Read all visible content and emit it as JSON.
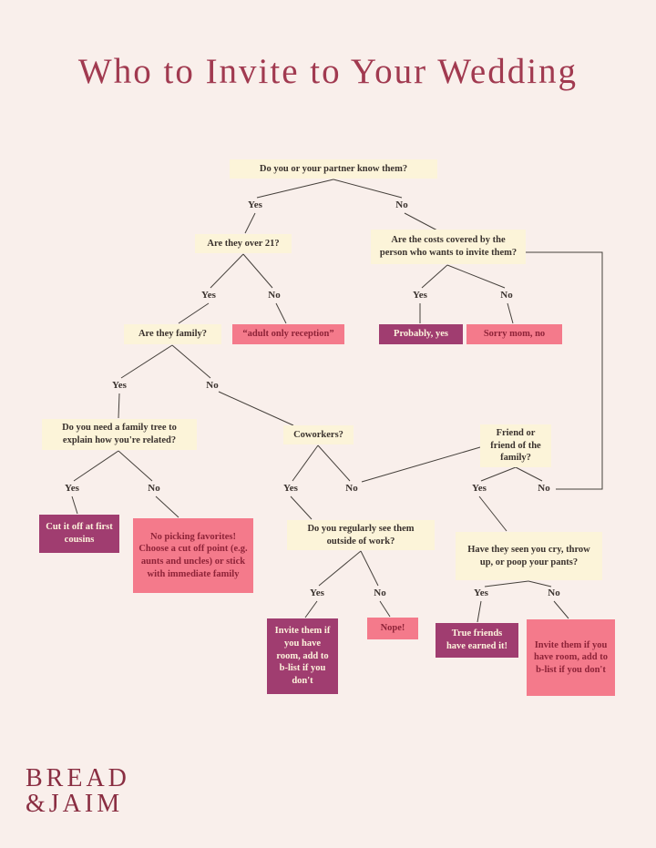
{
  "title": "Who to Invite to Your Wedding",
  "logo": {
    "line1": "BREAD",
    "line2": "&JAIM"
  },
  "labels": {
    "yes": "Yes",
    "no": "No"
  },
  "colors": {
    "background": "#f9efeb",
    "cream_box": "#fcf4d9",
    "purple_box": "#a03d70",
    "pink_box": "#f47a8b",
    "title_maroon": "#a13a50",
    "dark_text": "#3a322e",
    "pink_box_text": "#8e2338",
    "line": "#45403b"
  },
  "nodes": {
    "know_them": "Do you or your partner know them?",
    "over_21": "Are they over 21?",
    "costs_covered": "Are the costs covered by the person who wants to invite them?",
    "family": "Are they family?",
    "adult_only": "“adult only reception”",
    "probably_yes": "Probably, yes",
    "sorry_mom": "Sorry mom, no",
    "family_tree": "Do you need a family tree to explain how you're related?",
    "coworkers": "Coworkers?",
    "friend": "Friend or friend of the family?",
    "cut_off": "Cut it off at first cousins",
    "no_favorites": "No picking favorites! Choose a cut off point (e.g. aunts and uncles) or stick with immediate family",
    "outside_work": "Do you regularly see them outside of work?",
    "cry": "Have they seen you cry, throw up, or poop your pants?",
    "invite_blist_1": "Invite them if you have room, add to b-list if you don't",
    "nope": "Nope!",
    "true_friends": "True friends have earned it!",
    "invite_blist_2": "Invite them if you have room, add to b-list if you don't"
  },
  "edges": [
    {
      "from": "know_them",
      "label": "Yes",
      "to": "over_21"
    },
    {
      "from": "know_them",
      "label": "No",
      "to": "costs_covered"
    },
    {
      "from": "over_21",
      "label": "Yes",
      "to": "family"
    },
    {
      "from": "over_21",
      "label": "No",
      "to": "adult_only"
    },
    {
      "from": "costs_covered",
      "label": "Yes",
      "to": "probably_yes"
    },
    {
      "from": "costs_covered",
      "label": "No",
      "to": "sorry_mom"
    },
    {
      "from": "family",
      "label": "Yes",
      "to": "family_tree"
    },
    {
      "from": "family",
      "label": "No",
      "to": "coworkers"
    },
    {
      "from": "family_tree",
      "label": "Yes",
      "to": "cut_off"
    },
    {
      "from": "family_tree",
      "label": "No",
      "to": "no_favorites"
    },
    {
      "from": "coworkers",
      "label": "Yes",
      "to": "outside_work"
    },
    {
      "from": "coworkers",
      "label": "No",
      "to": "friend"
    },
    {
      "from": "friend",
      "label": "Yes",
      "to": "cry"
    },
    {
      "from": "friend",
      "label": "No",
      "to": "costs_covered"
    },
    {
      "from": "outside_work",
      "label": "Yes",
      "to": "invite_blist_1"
    },
    {
      "from": "outside_work",
      "label": "No",
      "to": "nope"
    },
    {
      "from": "cry",
      "label": "Yes",
      "to": "true_friends"
    },
    {
      "from": "cry",
      "label": "No",
      "to": "invite_blist_2"
    }
  ]
}
